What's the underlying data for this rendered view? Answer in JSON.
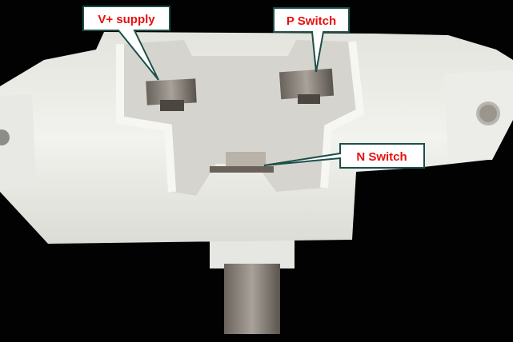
{
  "labels": {
    "v_supply": "V+ supply",
    "p_switch": "P Switch",
    "n_switch": "N Switch"
  },
  "colors": {
    "background": "#020202",
    "plastic": "#eeeeea",
    "callout_border": "#1c4f4a",
    "callout_text": "#e81010"
  }
}
